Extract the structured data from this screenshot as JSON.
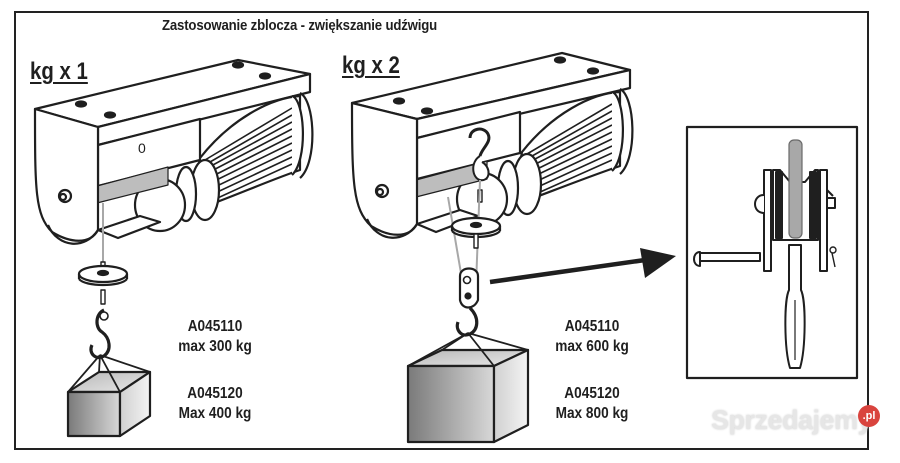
{
  "document": {
    "title": "Zastosowanie zblocza - zwiększanie udźwigu"
  },
  "left_panel": {
    "multiplier_label": "kg x 1",
    "specs": [
      {
        "model": "A045110",
        "capacity": "max 300 kg"
      },
      {
        "model": "A045120",
        "capacity": "Max 400 kg"
      }
    ]
  },
  "right_panel": {
    "multiplier_label": "kg x 2",
    "specs": [
      {
        "model": "A045110",
        "capacity": "max 600 kg"
      },
      {
        "model": "A045120",
        "capacity": "Max 800 kg"
      }
    ]
  },
  "inset": {
    "description": "pulley block detail"
  },
  "watermark": {
    "text": "Sprzedajemy",
    "badge": ".pl",
    "badge_color": "#d9443e"
  },
  "colors": {
    "line": "#1f1f1f",
    "cable": "#a8a8a8",
    "drum": "#bdbdbd"
  }
}
